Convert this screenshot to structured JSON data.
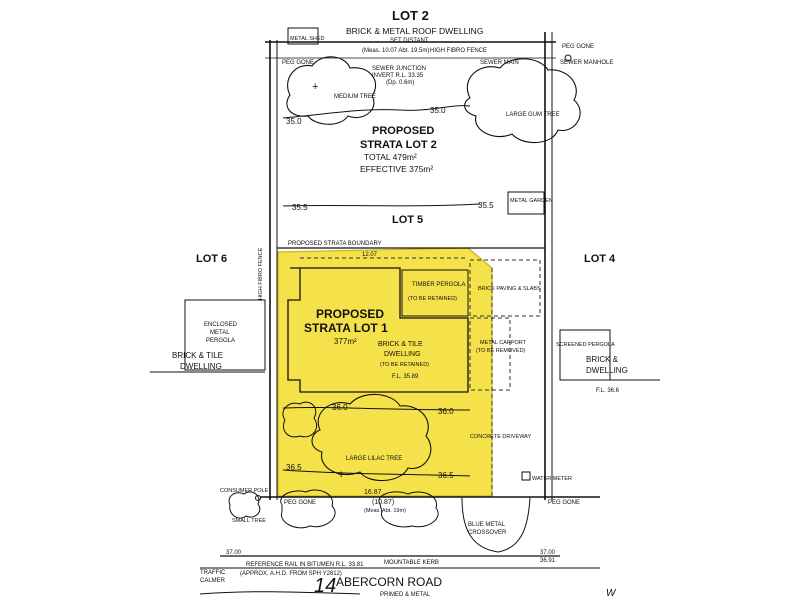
{
  "colors": {
    "lot1_fill": "#f5e24a",
    "lot1_stroke": "#c9b21f",
    "line": "#111111"
  },
  "labels": {
    "lot2": "LOT 2",
    "lot2_dwelling": "BRICK & METAL ROOF DWELLING",
    "set_distant": "SET DISTANT",
    "metal_shed": "METAL SHED",
    "high_fibro_fence_top": "HIGH FIBRO FENCE",
    "top_measure": "(Meas. 10.07 Abt. 19.5m)",
    "peg_gone_tl": "PEG GONE",
    "peg_gone_tr": "PEG GONE",
    "sewer_junction": "SEWER JUNCTION",
    "invert": "INVERT R.L. 33.35",
    "sewer_depth": "(Dp. 0.6m)",
    "sewer_main": "SEWER MAIN",
    "sewer_manhole": "SEWER MANHOLE",
    "medium_tree": "MEDIUM TREE",
    "large_gum_tree": "LARGE GUM TREE",
    "contour_350_a": "35.0",
    "contour_350_b": "35.0",
    "proposed_lot2_a": "PROPOSED",
    "proposed_lot2_b": "STRATA LOT 2",
    "lot2_total": "TOTAL 479m²",
    "lot2_effective": "EFFECTIVE 375m²",
    "contour_355_a": "35.5",
    "contour_355_b": "35.5",
    "metal_garden": "METAL GARDEN",
    "lot5": "LOT 5",
    "lot6": "LOT 6",
    "lot4": "LOT 4",
    "proposed_boundary": "PROPOSED STRATA BOUNDARY",
    "high_fibro_fence_left": "HIGH FIBRO FENCE",
    "width_top": "12.07",
    "timber_pergola": "TIMBER PERGOLA",
    "to_be_retained_p": "(TO BE RETAINED)",
    "brick_paving": "BRICK PAVING & SLABS",
    "proposed_lot1_a": "PROPOSED",
    "proposed_lot1_b": "STRATA LOT 1",
    "lot1_area": "377m²",
    "dwelling_a": "BRICK & TILE",
    "dwelling_b": "DWELLING",
    "dwelling_retained": "(TO BE RETAINED)",
    "dwelling_fl": "F.L. 35.89",
    "metal_carport": "METAL CARPORT",
    "carport_removed": "(TO BE REMOVED)",
    "enclosed_a": "ENCLOSED",
    "enclosed_b": "METAL",
    "enclosed_c": "PERGOLA",
    "left_brick_a": "BRICK & TILE",
    "left_brick_b": "DWELLING",
    "screened_pergola": "SCREENED PERGOLA",
    "right_brick_a": "BRICK &",
    "right_brick_b": "DWELLING",
    "right_fl": "F.L. 36.6",
    "contour_360_a": "36.0",
    "contour_360_b": "36.0",
    "concrete_driveway": "CONCRETE DRIVEWAY",
    "large_lilac_tree": "LARGE LILAC TREE",
    "contour_365_a": "36.5",
    "contour_365_b": "36.5",
    "water_meter": "WATER METER",
    "consumer_pole": "CONSUMER POLE",
    "small_tree": "SMALL TREE",
    "peg_gone_bl": "PEG GONE",
    "peg_gone_br": "PEG GONE",
    "frontage": "16.87",
    "frontage_meas": "(10.87)",
    "frontage_meas2": "(Meas. Abt. 19m)",
    "blue_metal_a": "BLUE METAL",
    "blue_metal_b": "CROSSOVER",
    "mountable_kerb": "MOUNTABLE KERB",
    "rl_left": "37.00",
    "rl_right_a": "37.00",
    "rl_right_b": "36.91",
    "reference_rail": "REFERENCE RAIL IN BITUMEN R.L. 33.81",
    "approx_ahd": "(APPROX. A.H.D. FROM SPH Y2812)",
    "traffic_calmer_a": "TRAFFIC",
    "traffic_calmer_b": "CALMER",
    "road_number": "14",
    "road_name": "ABERCORN ROAD",
    "road_surface": "PRIMED & METAL",
    "corner_text": "W"
  }
}
